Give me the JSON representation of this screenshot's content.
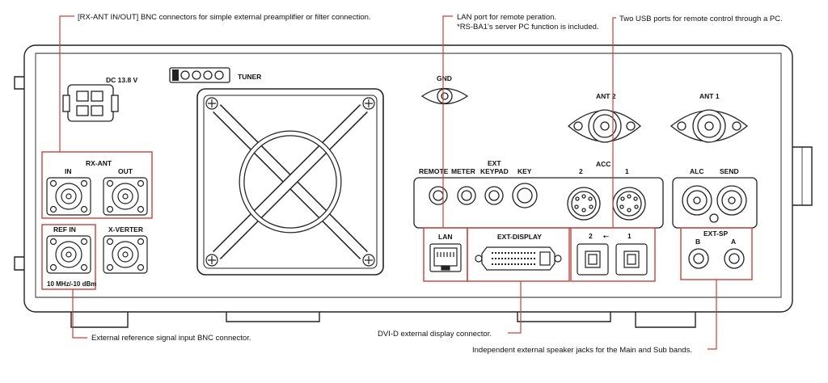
{
  "annotations": {
    "rx_ant": "[RX-ANT IN/OUT] BNC connectors for simple external preamplifier or filter connection.",
    "lan_line1": "LAN port for remote peration.",
    "lan_line2": "*RS-BA1's server PC function is included.",
    "usb": "Two USB ports for remote control through a PC.",
    "ref_in": "External reference signal input BNC connector.",
    "dvi": "DVI-D external display connector.",
    "ext_sp": "Independent external speaker jacks for the Main and Sub bands."
  },
  "panel_labels": {
    "dc": "DC 13.8 V",
    "tuner": "TUNER",
    "gnd": "GND",
    "ant2": "ANT 2",
    "ant1": "ANT 1",
    "rx_ant": "RX-ANT",
    "in": "IN",
    "out": "OUT",
    "ref_in": "REF IN",
    "x_verter": "X-VERTER",
    "ref_spec": "10 MHz/-10 dBm",
    "remote": "REMOTE",
    "meter": "METER",
    "ext_keypad_1": "EXT",
    "ext_keypad_2": "KEYPAD",
    "key": "KEY",
    "acc": "ACC",
    "acc2": "2",
    "acc1": "1",
    "alc": "ALC",
    "send": "SEND",
    "lan": "LAN",
    "ext_display": "EXT-DISPLAY",
    "usb2": "2",
    "usb1": "1",
    "usb_symbol": "⭠",
    "ext_sp": "EXT-SP",
    "sp_b": "B",
    "sp_a": "A"
  },
  "colors": {
    "highlight": "#c9413a",
    "outline": "#222222"
  },
  "icons": [
    "fan-icon",
    "bnc-connector-icon",
    "din-connector-icon",
    "usb-connector-icon",
    "rj45-connector-icon",
    "dvi-connector-icon"
  ]
}
